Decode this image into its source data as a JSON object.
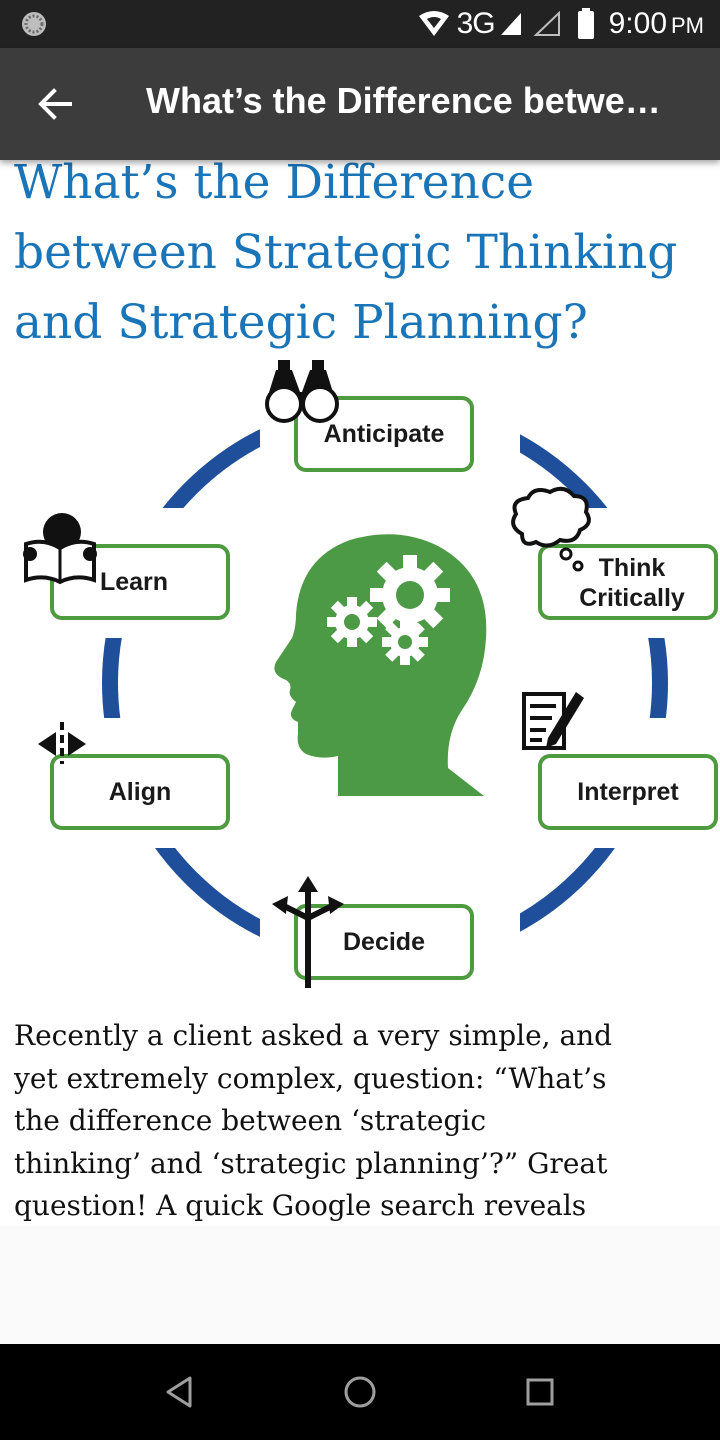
{
  "status_bar": {
    "network": "3G",
    "time": "9:00",
    "ampm": "PM",
    "icons": [
      "loading-icon",
      "wifi-icon",
      "signal-icon",
      "signal-empty-icon",
      "battery-icon"
    ]
  },
  "app_bar": {
    "title": "What’s the Difference betwe…",
    "back_icon": "arrow-back-icon"
  },
  "article": {
    "title": "What’s the Difference between Strategic Thinking and Strategic Planning?",
    "figure": {
      "labels": {
        "anticipate": "Anticipate",
        "think_line1": "Think",
        "think_line2": "Critically",
        "interpret": "Interpret",
        "decide": "Decide",
        "align": "Align",
        "learn": "Learn"
      },
      "icons": [
        "binoculars-icon",
        "thought-bubble-icon",
        "checklist-pen-icon",
        "arrows-crossroad-icon",
        "align-arrows-icon",
        "book-reader-icon",
        "head-gears-icon"
      ],
      "colors": {
        "ring": "#1f4f9a",
        "box_border": "#4e9a3f",
        "head": "#4c9a45"
      }
    },
    "body": "Recently a client asked a very simple, and yet extremely complex, question: “What’s the difference between ‘strategic thinking’ and ‘strategic planning’?” Great question! A quick Google search reveals that academics"
  },
  "nav_bar": {
    "buttons": [
      "back-triangle-icon",
      "home-circle-icon",
      "recents-square-icon"
    ]
  }
}
